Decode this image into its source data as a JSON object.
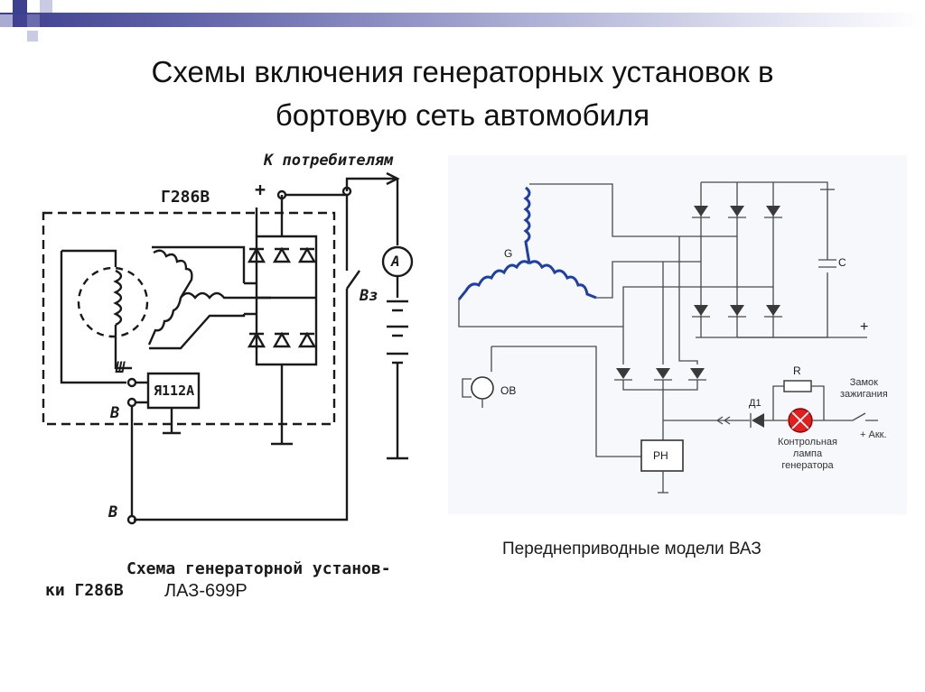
{
  "slide": {
    "title_line1": "Схемы включения генераторных установок в",
    "title_line2": "бортовую сеть автомобиля"
  },
  "left_diagram": {
    "consumers_label": "К потребителям",
    "generator_label": "Г286В",
    "plus_label": "+",
    "regulator_label": "Я112А",
    "ammeter_label": "A",
    "switch_label": "Вз",
    "terminal_sh": "Ш",
    "terminal_v_top": "В",
    "terminal_v_bottom": "В",
    "caption_line1": "Схема генераторной установ-",
    "caption_line2": "ки Г286В",
    "caption_vehicle": "ЛАЗ-699Р"
  },
  "right_diagram": {
    "generator_label": "G",
    "capacitor_label": "C",
    "plus_label": "+",
    "excitation_label": "ОВ",
    "resistor_label": "R",
    "diode_label": "Д1",
    "regulator_label": "РН",
    "ignition_label_line1": "Замок",
    "ignition_label_line2": "зажигания",
    "battery_label": "+ Акк.",
    "lamp_label_line1": "Контрольная",
    "lamp_label_line2": "лампа",
    "lamp_label_line3": "генератора",
    "caption": "Переднеприводные модели ВАЗ"
  },
  "colors": {
    "header_gradient_start": "#3d3f8f",
    "winding_blue": "#1f3fa8",
    "lamp_red": "#e02020"
  }
}
